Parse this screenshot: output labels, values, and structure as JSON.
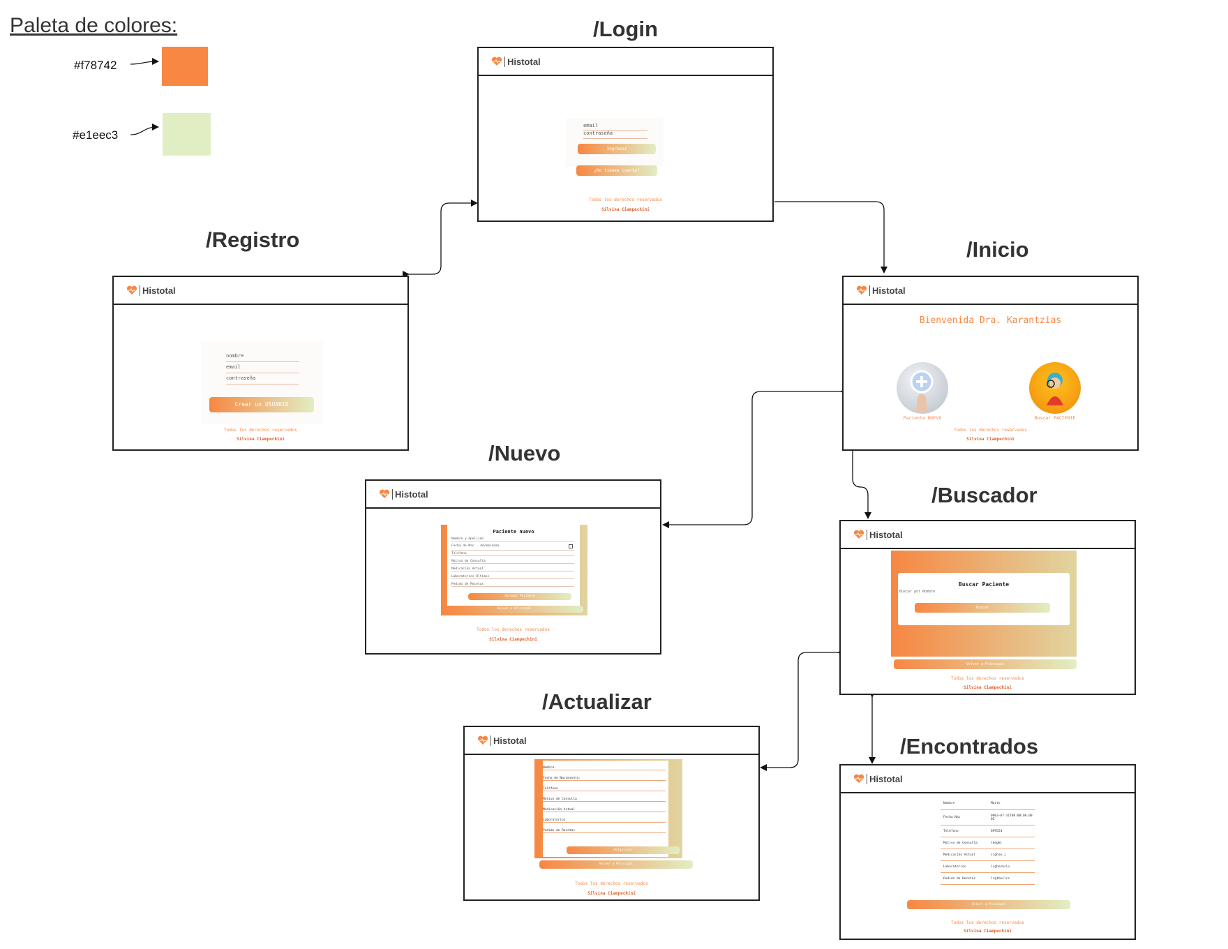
{
  "palette": {
    "title": "Paleta de colores:",
    "colors": [
      {
        "hex": "#f78742",
        "label": "#f78742"
      },
      {
        "hex": "#e1eec3",
        "label": "#e1eec3"
      }
    ]
  },
  "app": {
    "brand": "Histotal"
  },
  "footer": {
    "rights": "Todos los derechos reservados",
    "author": "Silvina Ciampechini"
  },
  "screens": {
    "login": {
      "title": "/Login",
      "fields": [
        "email",
        "contraseña"
      ],
      "button": "Ingresar",
      "secondary_button": "¿No tienes cuenta?"
    },
    "registro": {
      "title": "/Registro",
      "fields": [
        "nombre",
        "email",
        "contraseña"
      ],
      "button": "Crear un USUARIO"
    },
    "inicio": {
      "title": "/Inicio",
      "welcome": "Bienvenida Dra. Karantzias",
      "option_new": "Paciente NUEVO",
      "option_search": "Buscar PACIENTE"
    },
    "nuevo": {
      "title": "/Nuevo",
      "form_title": "Paciente nuevo",
      "fields": [
        "Nombre y Apellido",
        "Fecha de Nac",
        "Teléfono",
        "Motivo de Consulta",
        "Medicación Actual",
        "Laboratorios Últimos",
        "Pedido de Recetas"
      ],
      "date_placeholder": "dd/mm/aaaa",
      "button": "Agregar Paciente",
      "back_button": "Volver a Principal"
    },
    "buscador": {
      "title": "/Buscador",
      "form_title": "Buscar Paciente",
      "field": "Buscar por Nombre",
      "button": "Buscar",
      "back_button": "Volver a Principal"
    },
    "actualizar": {
      "title": "/Actualizar",
      "fields": [
        "Nombre:",
        "Fecha de Nacimiento:",
        "Teléfono",
        "Motivo de Consulta",
        "Medicación Actual",
        "Laboratorios",
        "Pedido de Recetas"
      ],
      "button": "Actualizar",
      "back_button": "Volver a Principal"
    },
    "encontrados": {
      "title": "/Encontrados",
      "rows": [
        {
          "label": "Nombre",
          "value": "Maite"
        },
        {
          "label": "Fecha Nac",
          "value": "0903-07-31T00:00:00.000Z"
        },
        {
          "label": "Teléfono",
          "value": "899554"
        },
        {
          "label": "Motivo de Consulta",
          "value": "lkdgkl"
        },
        {
          "label": "Medicación Actual",
          "value": "slghse,j"
        },
        {
          "label": "Laboratorios",
          "value": "lsgheshsln"
        },
        {
          "label": "Pedido de Recetas",
          "value": "lrgtheslrs"
        }
      ],
      "back_button": "Volver a Principal"
    }
  }
}
